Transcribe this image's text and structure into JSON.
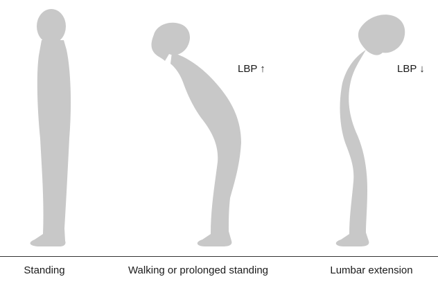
{
  "figures": [
    {
      "caption": "Standing"
    },
    {
      "caption": "Walking or prolonged standing",
      "annotation": "LBP ↑"
    },
    {
      "caption": "Lumbar extension",
      "annotation": "LBP ↓"
    }
  ],
  "colors": {
    "silhouette": "#c8c8c8",
    "text": "#1a1a1a",
    "baseline": "#333333"
  }
}
